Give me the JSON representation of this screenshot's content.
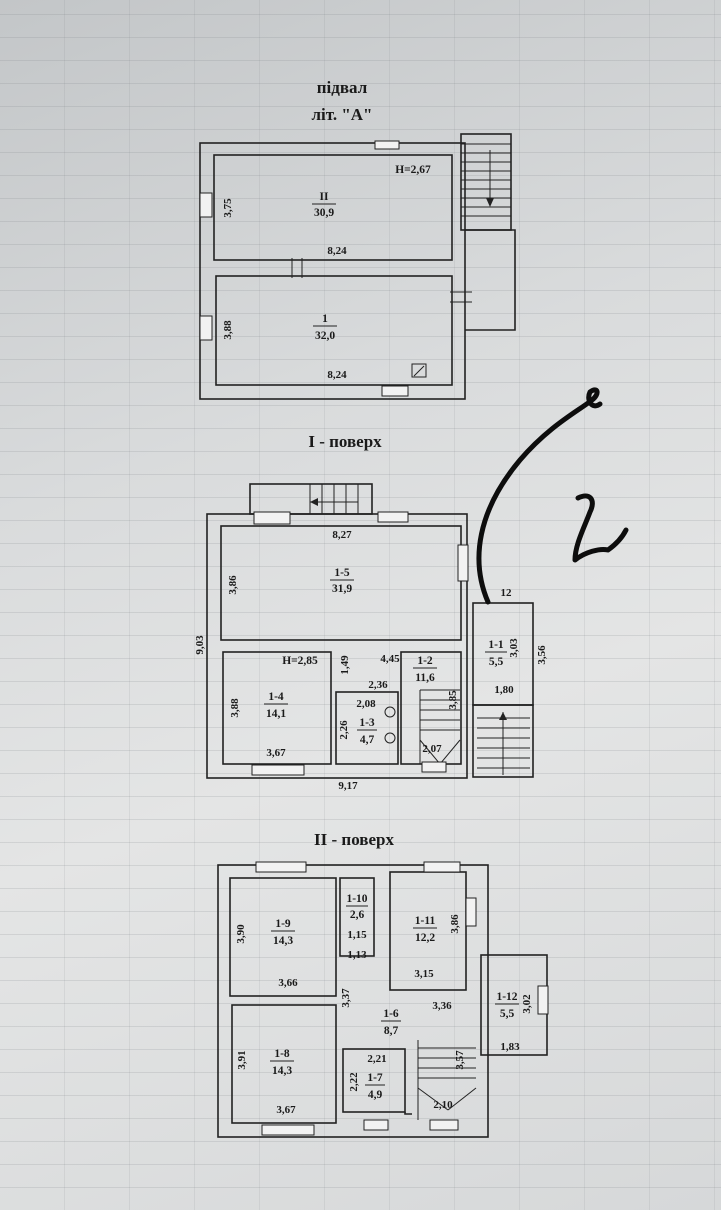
{
  "basement": {
    "title_line1": "підвал",
    "title_line2": "літ. \"А\"",
    "height_note": "Н=2,67",
    "rooms": [
      {
        "id": "II",
        "area": "30,9",
        "width": "8,24",
        "depth": "3,75"
      },
      {
        "id": "1",
        "area": "32,0",
        "width": "8,24",
        "depth": "3,88"
      }
    ]
  },
  "floor1": {
    "title": "І - поверх",
    "height_note": "Н=2,85",
    "dims": {
      "top": "8,27",
      "left": "3,86",
      "overall_left": "9,03",
      "bottom": "9,17",
      "mid": "4,45",
      "d149": "1,49",
      "d236": "2,36",
      "d208": "2,08",
      "d226": "2,26",
      "d388": "3,88",
      "d367": "3,67",
      "d385": "3,85",
      "d207": "2,07",
      "d180": "1,80",
      "d303": "3,03",
      "d356": "3,56",
      "d12": "12"
    },
    "rooms": [
      {
        "id": "1-5",
        "area": "31,9"
      },
      {
        "id": "1-4",
        "area": "14,1"
      },
      {
        "id": "1-3",
        "area": "4,7"
      },
      {
        "id": "1-2",
        "area": "11,6"
      },
      {
        "id": "1-1",
        "area": "5,5"
      }
    ]
  },
  "floor2": {
    "title": "ІІ - поверх",
    "dims": {
      "d390": "3,90",
      "d366": "3,66",
      "d391": "3,91",
      "d367": "3,67",
      "d115": "1,15",
      "d113": "1,13",
      "d386": "3,86",
      "d315": "3,15",
      "d336": "3,36",
      "d337": "3,37",
      "d221": "2,21",
      "d222": "2,22",
      "d357": "3,57",
      "d210": "2,10",
      "d302": "3,02",
      "d183": "1,83"
    },
    "rooms": [
      {
        "id": "1-9",
        "area": "14,3"
      },
      {
        "id": "1-10",
        "area": "2,6"
      },
      {
        "id": "1-11",
        "area": "12,2"
      },
      {
        "id": "1-8",
        "area": "14,3"
      },
      {
        "id": "1-6",
        "area": "8,7"
      },
      {
        "id": "1-7",
        "area": "4,9"
      },
      {
        "id": "1-12",
        "area": "5,5"
      }
    ]
  }
}
